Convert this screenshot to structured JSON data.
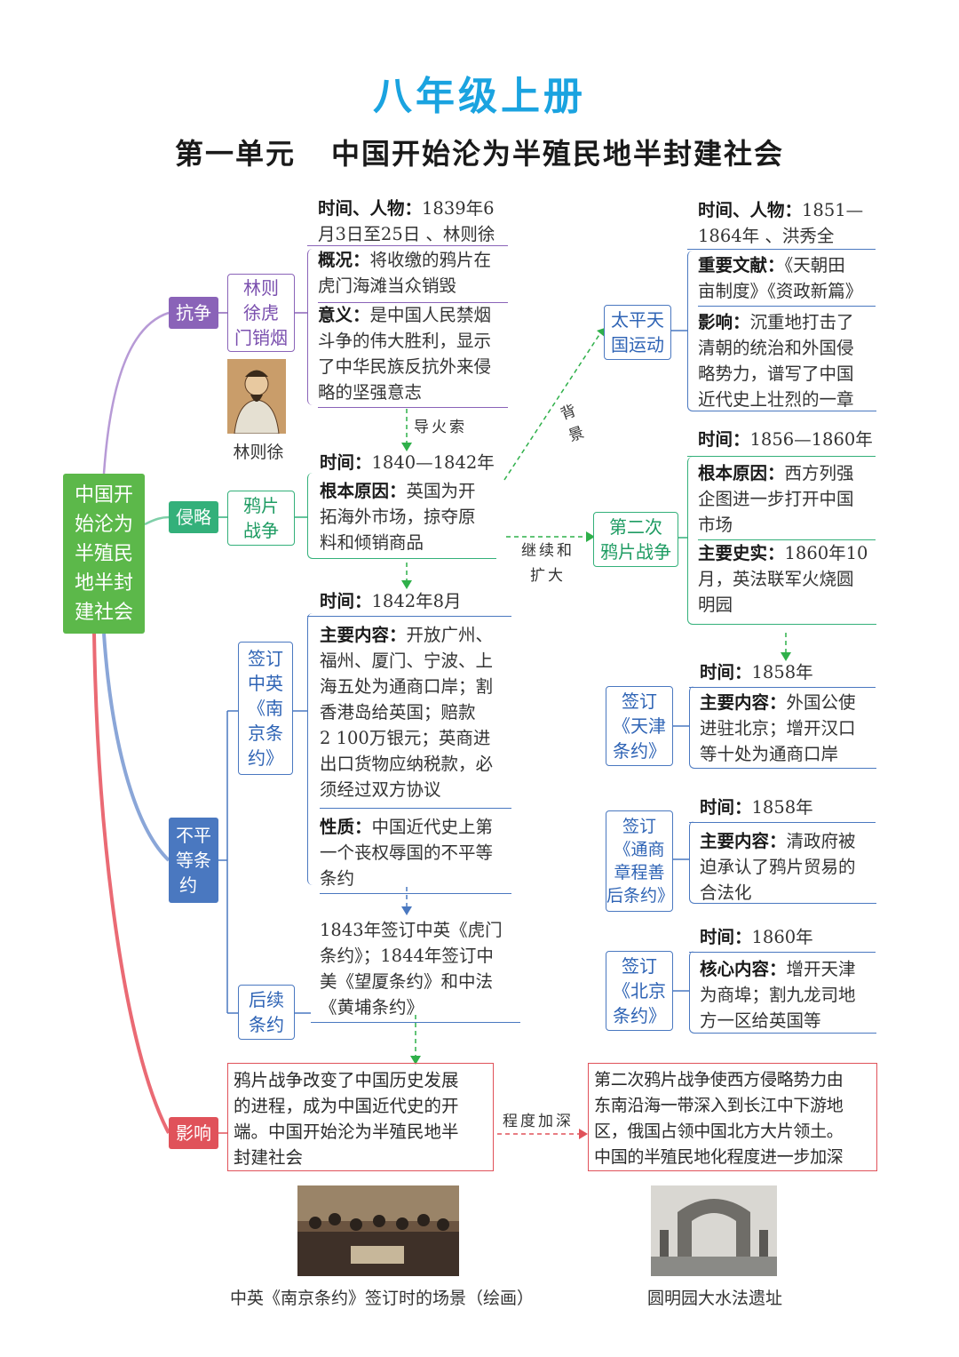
{
  "header": {
    "title": "八年级上册",
    "subtitle_unit": "第一单元",
    "subtitle_text": "中国开始沦为半殖民地半封建社会"
  },
  "root": {
    "lines": [
      "中国开",
      "始沦为",
      "半殖民",
      "地半封",
      "建社会"
    ]
  },
  "categories": {
    "resist": "抗争",
    "invade": "侵略",
    "treaty_lines": [
      "不平",
      "等条",
      "约"
    ],
    "impact": "影响"
  },
  "humen": {
    "label_lines": [
      "林则",
      "徐虎",
      "门销烟"
    ],
    "portrait_caption": "林则徐",
    "time_label": "时间、人物：",
    "time_text_lines": [
      "1839年6",
      "月3日至25日 、林则徐"
    ],
    "overview_label": "概况：",
    "overview_text_lines": [
      "将收缴的鸦片在",
      "虎门海滩当众销毁"
    ],
    "meaning_label": "意义：",
    "meaning_text_lines": [
      "是中国人民禁烟",
      "斗争的伟大胜利，显示",
      "了中华民族反抗外来侵",
      "略的坚强意志"
    ],
    "fuse_label": "导火索"
  },
  "opium_war": {
    "label_lines": [
      "鸦片",
      "战争"
    ],
    "time_label": "时间：",
    "time_text": "1840—1842年",
    "cause_label": "根本原因：",
    "cause_text_lines": [
      "英国为开",
      "拓海外市场，掠夺原",
      "料和倾销商品"
    ]
  },
  "nanjing": {
    "label_lines": [
      "签订",
      "中英",
      "《南",
      "京条",
      "约》"
    ],
    "time_label": "时间：",
    "time_text": "1842年8月",
    "content_label": "主要内容：",
    "content_text_lines": [
      "开放广州、",
      "福州、厦门、宁波、上",
      "海五处为通商口岸；割",
      "香港岛给英国；赔款",
      "2 100万银元；英商进",
      "出口货物应纳税款，必",
      "须经过双方协议"
    ],
    "nature_label": "性质：",
    "nature_text_lines": [
      "中国近代史上第",
      "一个丧权辱国的不平等",
      "条约"
    ]
  },
  "follow_treaties": {
    "label_lines": [
      "后续",
      "条约"
    ],
    "text_lines": [
      "1843年签订中英《虎门",
      "条约》；1844年签订中",
      "美《望厦条约》和中法",
      "《黄埔条约》"
    ]
  },
  "taiping": {
    "label_lines": [
      "太平天",
      "国运动"
    ],
    "time_label": "时间、人物：",
    "time_text_lines": [
      "1851—",
      "1864年 、洪秀全"
    ],
    "doc_label": "重要文献：",
    "doc_text_lines": [
      "《天朝田",
      "亩制度》《资政新篇》"
    ],
    "impact_label": "影响：",
    "impact_text_lines": [
      "沉重地打击了",
      "清朝的统治和外国侵",
      "略势力，谱写了中国",
      "近代史上壮烈的一章"
    ],
    "bg_label": "背景"
  },
  "second_war": {
    "label_lines": [
      "第二次",
      "鸦片战争"
    ],
    "time_label": "时间：",
    "time_text": "1856—1860年",
    "cause_label": "根本原因：",
    "cause_text_lines": [
      "西方列强",
      "企图进一步打开中国",
      "市场"
    ],
    "fact_label": "主要史实：",
    "fact_text_lines": [
      "1860年10",
      "月，英法联军火烧圆",
      "明园"
    ],
    "continue_label_lines": [
      "继续和",
      "扩大"
    ]
  },
  "tianjin": {
    "label_lines": [
      "签订",
      "《天津",
      "条约》"
    ],
    "time_label": "时间：",
    "time_text": "1858年",
    "content_label": "主要内容：",
    "content_text_lines": [
      "外国公使",
      "进驻北京；增开汉口",
      "等十处为通商口岸"
    ]
  },
  "tongshang": {
    "label_lines": [
      "签订",
      "《通商",
      "章程善",
      "后条约》"
    ],
    "time_label": "时间：",
    "time_text": "1858年",
    "content_label": "主要内容：",
    "content_text_lines": [
      "清政府被",
      "迫承认了鸦片贸易的",
      "合法化"
    ]
  },
  "beijing": {
    "label_lines": [
      "签订",
      "《北京",
      "条约》"
    ],
    "time_label": "时间：",
    "time_text": "1860年",
    "content_label": "核心内容：",
    "content_text_lines": [
      "增开天津",
      "为商埠；割九龙司地",
      "方一区给英国等"
    ]
  },
  "impact_left": {
    "text_lines": [
      "鸦片战争改变了中国历史发展",
      "的进程，成为中国近代史的开",
      "端。中国开始沦为半殖民地半",
      "封建社会"
    ]
  },
  "impact_right": {
    "text_lines": [
      "第二次鸦片战争使西方侵略势力由",
      "东南沿海一带深入到长江中下游地",
      "区，俄国占领中国北方大片领土。",
      "中国的半殖民地化程度进一步加深"
    ]
  },
  "deepen_label": "程度加深",
  "photos": {
    "left_caption": "中英《南京条约》签订时的场景（绘画）",
    "right_caption": "圆明园大水法遗址"
  },
  "colors": {
    "title": "#1aa3e0",
    "root": "#5cb84a",
    "resist": "#8a63b8",
    "invade": "#33b07a",
    "treaty": "#4a78c0",
    "impact": "#e0525a"
  }
}
